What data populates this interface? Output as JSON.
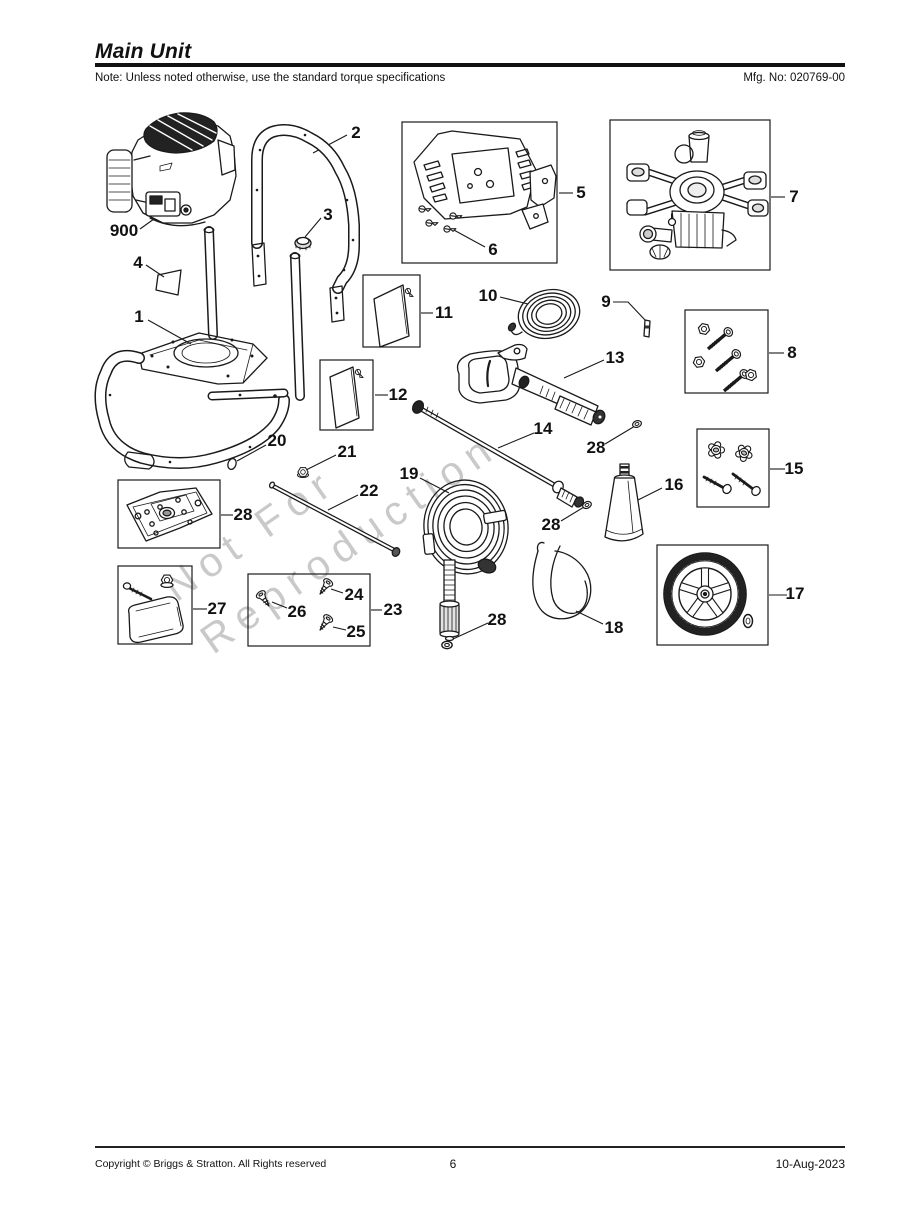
{
  "header": {
    "title": "Main Unit",
    "note": "Note: Unless noted otherwise, use the standard torque specifications",
    "mfg_no": "Mfg. No: 020769-00"
  },
  "watermark": {
    "line1": "Not For",
    "line2": "Reproduction"
  },
  "diagram": {
    "callouts": [
      {
        "id": "engine",
        "label": "900"
      },
      {
        "id": "handle",
        "label": "2"
      },
      {
        "id": "handle-cap",
        "label": "3"
      },
      {
        "id": "label-plate",
        "label": "4"
      },
      {
        "id": "frame",
        "label": "1"
      },
      {
        "id": "panel",
        "label": "5"
      },
      {
        "id": "panel-screws",
        "label": "6"
      },
      {
        "id": "pump",
        "label": "7"
      },
      {
        "id": "plate-11",
        "label": "11"
      },
      {
        "id": "garden-hose",
        "label": "10"
      },
      {
        "id": "pin",
        "label": "9"
      },
      {
        "id": "bolt-kit",
        "label": "8"
      },
      {
        "id": "spray-gun",
        "label": "13"
      },
      {
        "id": "plate-12",
        "label": "12"
      },
      {
        "id": "wand",
        "label": "14"
      },
      {
        "id": "washer-gun",
        "label": "28"
      },
      {
        "id": "o-ring",
        "label": "20"
      },
      {
        "id": "nut",
        "label": "21"
      },
      {
        "id": "axle",
        "label": "22"
      },
      {
        "id": "pressure-hose",
        "label": "19"
      },
      {
        "id": "nozzle-holder",
        "label": "16"
      },
      {
        "id": "knob-kit",
        "label": "15"
      },
      {
        "id": "base-plate",
        "label": "28"
      },
      {
        "id": "washer-wand",
        "label": "28"
      },
      {
        "id": "bracket-kit",
        "label": "27"
      },
      {
        "id": "fastener-26",
        "label": "26"
      },
      {
        "id": "fastener-24",
        "label": "24"
      },
      {
        "id": "fastener-25",
        "label": "25"
      },
      {
        "id": "fastener-kit",
        "label": "23"
      },
      {
        "id": "washer-hose",
        "label": "28"
      },
      {
        "id": "hose-clip",
        "label": "18"
      },
      {
        "id": "wheel",
        "label": "17"
      }
    ]
  },
  "footer": {
    "copyright": "Copyright © Briggs & Stratton. All Rights reserved",
    "page_number": "6",
    "date": "10-Aug-2023"
  }
}
